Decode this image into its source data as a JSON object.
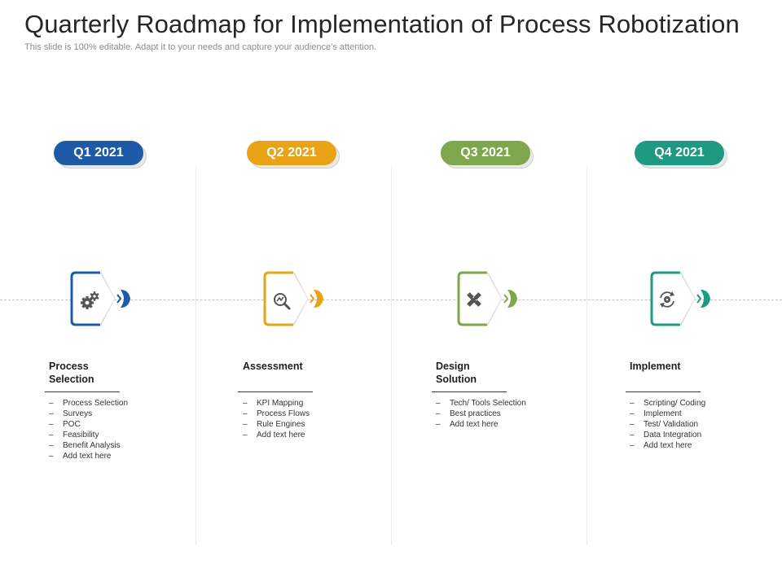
{
  "title": "Quarterly Roadmap for Implementation of Process Robotization",
  "subtitle": "This slide is 100% editable. Adapt it to your needs and capture your audience’s attention.",
  "columns": [
    {
      "quarter": "Q1 2021",
      "color": "#1f5aa6",
      "icon": "gears-icon",
      "heading": [
        "Process",
        "Selection"
      ],
      "items": [
        "Process Selection",
        "Surveys",
        "POC",
        "Feasibility",
        "Benefit Analysis",
        "Add text here"
      ]
    },
    {
      "quarter": "Q2 2021",
      "color": "#e8a317",
      "icon": "magnifier-chart-icon",
      "heading": [
        "Assessment"
      ],
      "items": [
        "KPI Mapping",
        "Process Flows",
        "Rule Engines",
        "Add text here"
      ]
    },
    {
      "quarter": "Q3 2021",
      "color": "#7ea64a",
      "icon": "pencil-ruler-icon",
      "heading": [
        "Design",
        "Solution"
      ],
      "items": [
        "Tech/ Tools Selection",
        "Best practices",
        "Add text here"
      ]
    },
    {
      "quarter": "Q4 2021",
      "color": "#1f9a82",
      "icon": "cycle-gear-icon",
      "heading": [
        "Implement"
      ],
      "items": [
        "Scripting/ Coding",
        "Implement",
        "Test/ Validation",
        "Data Integration",
        "Add text here"
      ]
    }
  ],
  "dash_glyph": "–"
}
